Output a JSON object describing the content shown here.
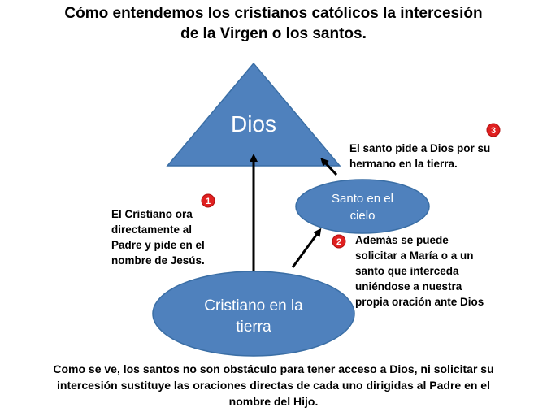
{
  "title": {
    "line1": "Cómo entendemos los cristianos católicos la intercesión",
    "line2": "de la Virgen o los santos."
  },
  "diagram": {
    "top_node": "Dios",
    "bottom_node": {
      "line1": "Cristiano en la",
      "line2": "tierra"
    },
    "right_node": {
      "line1": "Santo en el",
      "line2": "cielo"
    },
    "shape_color": "#4f81bd",
    "shape_border": "#3a6ea5",
    "badge_color": "#e02020"
  },
  "steps": [
    {
      "number": "1",
      "lines": [
        "El Cristiano ora",
        "directamente al",
        "Padre y pide en el",
        "nombre de Jesús."
      ]
    },
    {
      "number": "2",
      "lines": [
        "Además se puede",
        "solicitar a María o a un",
        "santo que interceda",
        "uniéndose a nuestra",
        "propia oración ante Dios"
      ]
    },
    {
      "number": "3",
      "lines": [
        "El santo pide a Dios por su",
        "hermano en la tierra."
      ]
    }
  ],
  "footer": {
    "line1": "Como se ve, los santos no son obstáculo para tener acceso a Dios, ni solicitar su",
    "line2": "intercesión sustituye las oraciones directas de cada uno dirigidas al Padre en el",
    "line3": "nombre del Hijo."
  }
}
